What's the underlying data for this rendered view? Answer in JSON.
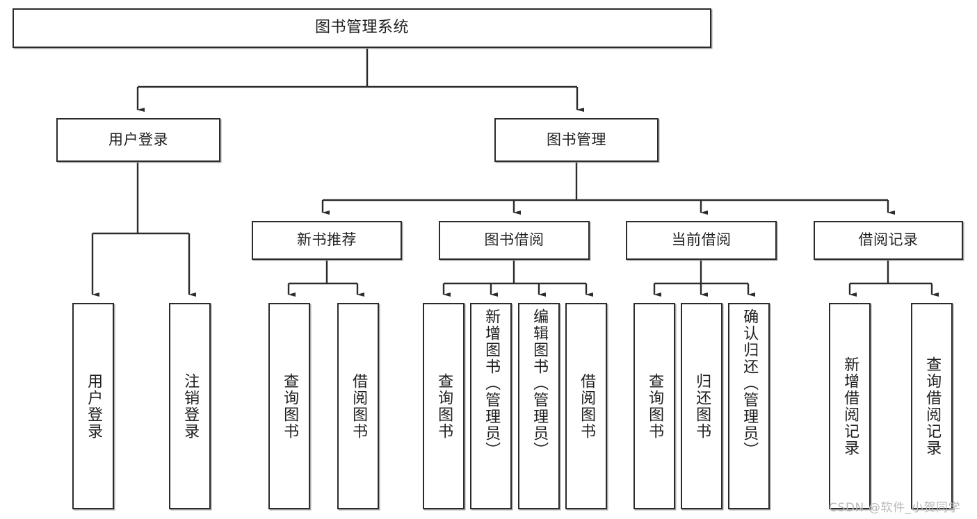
{
  "diagram": {
    "title": "图书管理系统",
    "watermark": "CSDN @软件_小贺同学",
    "stroke_color": "#2b2b2b",
    "background_color": "#ffffff",
    "text_color": "#1f1f1f"
  },
  "root": {
    "label": "图书管理系统"
  },
  "level2": [
    {
      "label": "用户登录"
    },
    {
      "label": "图书管理"
    }
  ],
  "level3": [
    {
      "label": "新书推荐"
    },
    {
      "label": "图书借阅"
    },
    {
      "label": "当前借阅"
    },
    {
      "label": "借阅记录"
    }
  ],
  "leaves": {
    "user_login": [
      {
        "label": "用户登录"
      },
      {
        "label": "注销登录"
      }
    ],
    "new_book_recommend": [
      {
        "label": "查询图书"
      },
      {
        "label": "借阅图书"
      }
    ],
    "book_borrow": [
      {
        "label": "查询图书"
      },
      {
        "label": "新增图书（管理员）"
      },
      {
        "label": "编辑图书（管理员）"
      },
      {
        "label": "借阅图书"
      }
    ],
    "current_borrow": [
      {
        "label": "查询图书"
      },
      {
        "label": "归还图书"
      },
      {
        "label": "确认归还（管理员）"
      }
    ],
    "borrow_record": [
      {
        "label": "新增借阅记录"
      },
      {
        "label": "查询借阅记录"
      }
    ]
  }
}
